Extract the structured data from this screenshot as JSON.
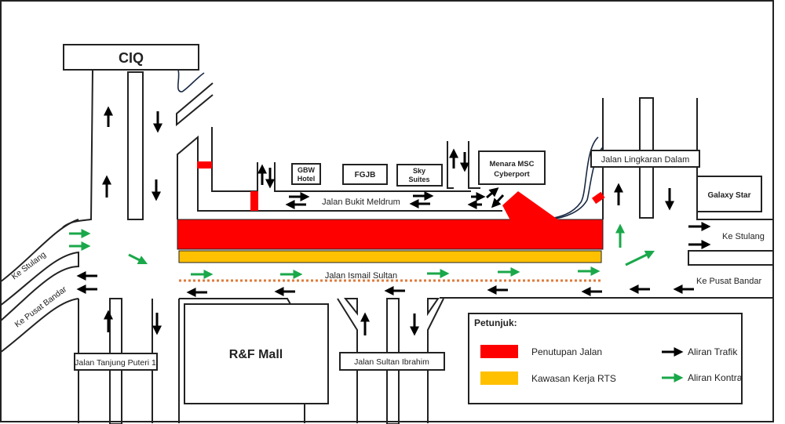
{
  "title": "",
  "colors": {
    "closure": "#ff0000",
    "rts_work_zone": "#ffc000",
    "traffic_flow": "#000000",
    "contra_flow": "#1aa84a",
    "dotted_line": "#e07a3a"
  },
  "places": {
    "ciq": "CIQ",
    "gbw_hotel": [
      "GBW",
      "Hotel"
    ],
    "fgjb": "FGJB",
    "sky_suites": [
      "Sky",
      "Suites"
    ],
    "menara_msc": [
      "Menara MSC",
      "Cyberport"
    ],
    "galaxy_star": "Galaxy Star",
    "rf_mall": "R&F Mall"
  },
  "roads": {
    "bukit_meldrum": "Jalan Bukit Meldrum",
    "ismail_sultan": "Jalan Ismail Sultan",
    "tanjung_puteri": "Jalan Tanjung Puteri 1",
    "sultan_ibrahim": "Jalan Sultan Ibrahim",
    "lingkaran_dalam": "Jalan Lingkaran Dalam",
    "ke_stulang_left": "Ke Stulang",
    "ke_pusat_bandar_left": "Ke Pusat Bandar",
    "ke_stulang_right": "Ke Stulang",
    "ke_pusat_bandar_right": "Ke Pusat Bandar"
  },
  "legend": {
    "title": "Petunjuk:",
    "items": [
      {
        "label": "Penutupan Jalan",
        "kind": "swatch",
        "color": "#ff0000"
      },
      {
        "label": "Kawasan Kerja RTS",
        "kind": "swatch",
        "color": "#ffc000"
      },
      {
        "label": "Aliran Trafik",
        "kind": "arrow",
        "color": "#000000"
      },
      {
        "label": "Aliran Kontra",
        "kind": "arrow",
        "color": "#1aa84a"
      }
    ]
  }
}
